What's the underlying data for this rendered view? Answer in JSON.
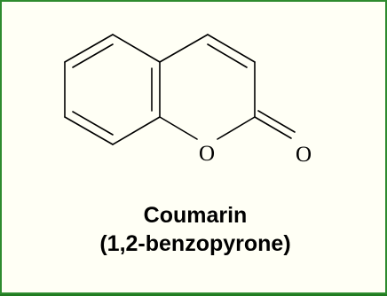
{
  "compound": {
    "name": "Coumarin",
    "alt_name": "(1,2-benzopyrone)"
  },
  "atoms": {
    "ring_oxygen": "O",
    "carbonyl_oxygen": "O"
  },
  "colors": {
    "frame_border": "#2e8b2e",
    "panel_background": "#fffff5",
    "bond": "#000000"
  }
}
